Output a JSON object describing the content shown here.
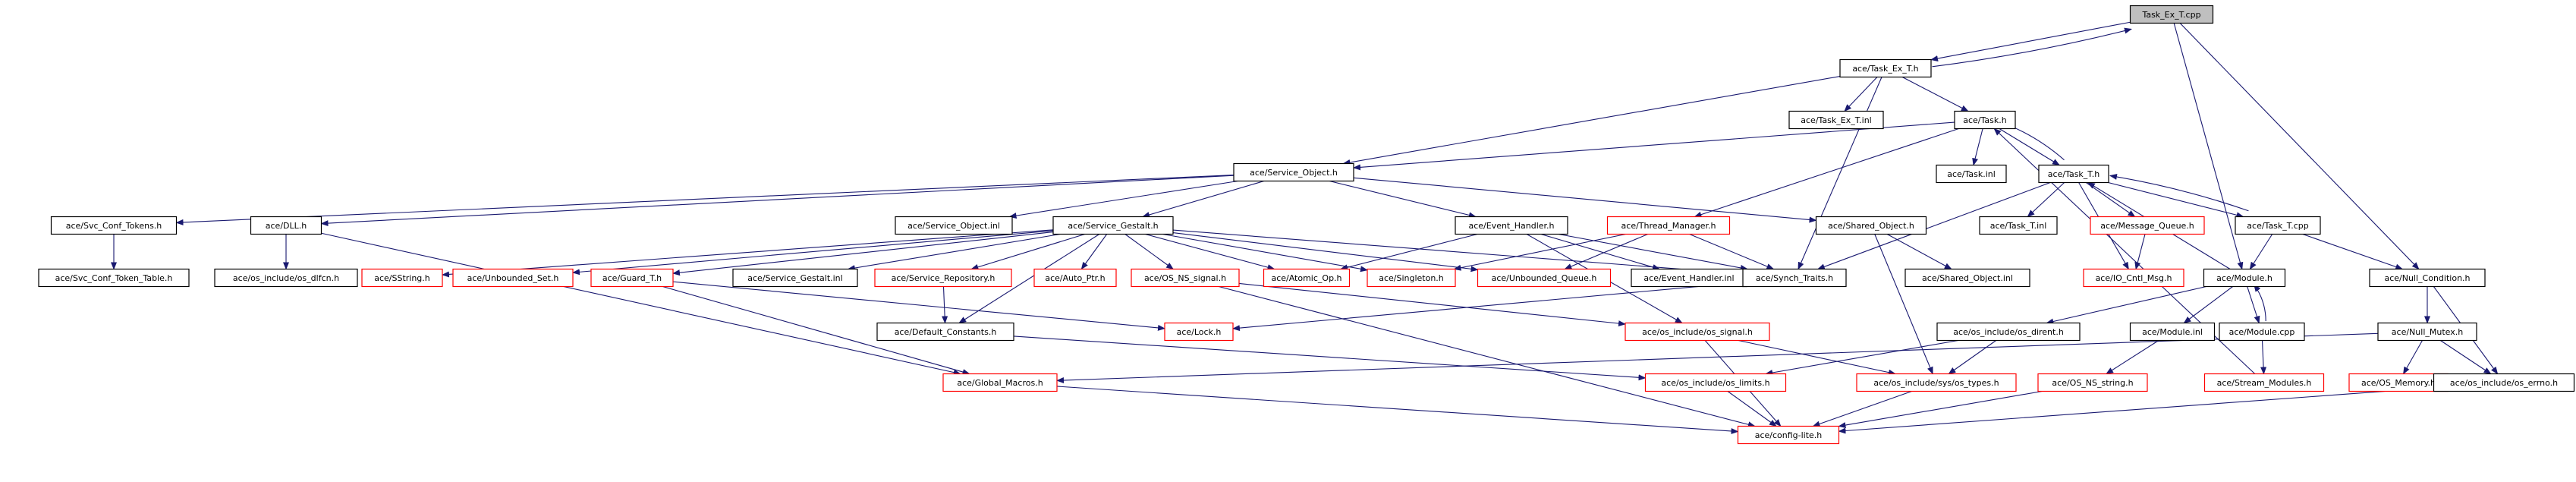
{
  "diagram": {
    "colors": {
      "edge": "#191970",
      "node_border": "#000000",
      "missing_border": "#ff0000",
      "root_fill": "#bfbfbf",
      "background": "#ffffff"
    },
    "nodes": [
      {
        "id": "task_ex_t_cpp",
        "label": "Task_Ex_T.cpp",
        "style": "root"
      },
      {
        "id": "task_ex_t_h",
        "label": "ace/Task_Ex_T.h",
        "style": "normal"
      },
      {
        "id": "task_ex_t_inl",
        "label": "ace/Task_Ex_T.inl",
        "style": "normal"
      },
      {
        "id": "task_h",
        "label": "ace/Task.h",
        "style": "normal"
      },
      {
        "id": "service_object_h",
        "label": "ace/Service_Object.h",
        "style": "normal"
      },
      {
        "id": "task_inl",
        "label": "ace/Task.inl",
        "style": "normal"
      },
      {
        "id": "task_t_h",
        "label": "ace/Task_T.h",
        "style": "normal"
      },
      {
        "id": "svc_conf_tokens_h",
        "label": "ace/Svc_Conf_Tokens.h",
        "style": "normal"
      },
      {
        "id": "dll_h",
        "label": "ace/DLL.h",
        "style": "normal"
      },
      {
        "id": "service_object_inl",
        "label": "ace/Service_Object.inl",
        "style": "normal"
      },
      {
        "id": "service_gestalt_h",
        "label": "ace/Service_Gestalt.h",
        "style": "normal"
      },
      {
        "id": "event_handler_h",
        "label": "ace/Event_Handler.h",
        "style": "normal"
      },
      {
        "id": "thread_manager_h",
        "label": "ace/Thread_Manager.h",
        "style": "missing"
      },
      {
        "id": "shared_object_h",
        "label": "ace/Shared_Object.h",
        "style": "normal"
      },
      {
        "id": "task_t_inl",
        "label": "ace/Task_T.inl",
        "style": "normal"
      },
      {
        "id": "message_queue_h",
        "label": "ace/Message_Queue.h",
        "style": "missing"
      },
      {
        "id": "task_t_cpp",
        "label": "ace/Task_T.cpp",
        "style": "normal"
      },
      {
        "id": "svc_conf_token_table_h",
        "label": "ace/Svc_Conf_Token_Table.h",
        "style": "normal"
      },
      {
        "id": "os_dlfcn_h",
        "label": "ace/os_include/os_dlfcn.h",
        "style": "normal"
      },
      {
        "id": "sstring_h",
        "label": "ace/SString.h",
        "style": "missing"
      },
      {
        "id": "unbounded_set_h",
        "label": "ace/Unbounded_Set.h",
        "style": "missing"
      },
      {
        "id": "guard_t_h",
        "label": "ace/Guard_T.h",
        "style": "missing"
      },
      {
        "id": "service_gestalt_inl",
        "label": "ace/Service_Gestalt.inl",
        "style": "normal"
      },
      {
        "id": "service_repository_h",
        "label": "ace/Service_Repository.h",
        "style": "missing"
      },
      {
        "id": "auto_ptr_h",
        "label": "ace/Auto_Ptr.h",
        "style": "missing"
      },
      {
        "id": "os_ns_signal_h",
        "label": "ace/OS_NS_signal.h",
        "style": "missing"
      },
      {
        "id": "atomic_op_h",
        "label": "ace/Atomic_Op.h",
        "style": "missing"
      },
      {
        "id": "singleton_h",
        "label": "ace/Singleton.h",
        "style": "missing"
      },
      {
        "id": "unbounded_queue_h",
        "label": "ace/Unbounded_Queue.h",
        "style": "missing"
      },
      {
        "id": "event_handler_inl",
        "label": "ace/Event_Handler.inl",
        "style": "normal"
      },
      {
        "id": "synch_traits_h",
        "label": "ace/Synch_Traits.h",
        "style": "normal"
      },
      {
        "id": "shared_object_inl",
        "label": "ace/Shared_Object.inl",
        "style": "normal"
      },
      {
        "id": "io_cntl_msg_h",
        "label": "ace/IO_Cntl_Msg.h",
        "style": "missing"
      },
      {
        "id": "module_h",
        "label": "ace/Module.h",
        "style": "normal"
      },
      {
        "id": "null_condition_h",
        "label": "ace/Null_Condition.h",
        "style": "normal"
      },
      {
        "id": "default_constants_h",
        "label": "ace/Default_Constants.h",
        "style": "normal"
      },
      {
        "id": "lock_h",
        "label": "ace/Lock.h",
        "style": "missing"
      },
      {
        "id": "os_signal_h",
        "label": "ace/os_include/os_signal.h",
        "style": "missing"
      },
      {
        "id": "os_dirent_h",
        "label": "ace/os_include/os_dirent.h",
        "style": "normal"
      },
      {
        "id": "module_inl",
        "label": "ace/Module.inl",
        "style": "normal"
      },
      {
        "id": "module_cpp",
        "label": "ace/Module.cpp",
        "style": "normal"
      },
      {
        "id": "null_mutex_h",
        "label": "ace/Null_Mutex.h",
        "style": "normal"
      },
      {
        "id": "global_macros_h",
        "label": "ace/Global_Macros.h",
        "style": "missing"
      },
      {
        "id": "os_limits_h",
        "label": "ace/os_include/os_limits.h",
        "style": "missing"
      },
      {
        "id": "os_types_h",
        "label": "ace/os_include/sys/os_types.h",
        "style": "missing"
      },
      {
        "id": "os_ns_string_h",
        "label": "ace/OS_NS_string.h",
        "style": "missing"
      },
      {
        "id": "stream_modules_h",
        "label": "ace/Stream_Modules.h",
        "style": "missing"
      },
      {
        "id": "os_memory_h",
        "label": "ace/OS_Memory.h",
        "style": "missing"
      },
      {
        "id": "os_errno_h",
        "label": "ace/os_include/os_errno.h",
        "style": "normal"
      },
      {
        "id": "config_lite_h",
        "label": "ace/config-lite.h",
        "style": "missing"
      }
    ],
    "edges": [
      [
        "task_ex_t_cpp",
        "task_ex_t_h"
      ],
      [
        "task_ex_t_cpp",
        "module_h"
      ],
      [
        "task_ex_t_cpp",
        "null_condition_h"
      ],
      [
        "task_ex_t_h",
        "task_ex_t_cpp"
      ],
      [
        "task_ex_t_h",
        "task_ex_t_inl"
      ],
      [
        "task_ex_t_h",
        "task_h"
      ],
      [
        "task_ex_t_h",
        "service_object_h"
      ],
      [
        "task_ex_t_h",
        "synch_traits_h"
      ],
      [
        "task_h",
        "service_object_h"
      ],
      [
        "task_h",
        "task_inl"
      ],
      [
        "task_h",
        "task_t_h"
      ],
      [
        "task_h",
        "thread_manager_h"
      ],
      [
        "task_t_h",
        "task_h"
      ],
      [
        "task_t_h",
        "task_t_inl"
      ],
      [
        "task_t_h",
        "message_queue_h"
      ],
      [
        "task_t_h",
        "task_t_cpp"
      ],
      [
        "task_t_h",
        "synch_traits_h"
      ],
      [
        "task_t_h",
        "io_cntl_msg_h"
      ],
      [
        "task_t_cpp",
        "task_t_h"
      ],
      [
        "task_t_cpp",
        "module_h"
      ],
      [
        "task_t_cpp",
        "null_condition_h"
      ],
      [
        "service_object_h",
        "svc_conf_tokens_h"
      ],
      [
        "service_object_h",
        "dll_h"
      ],
      [
        "service_object_h",
        "service_object_inl"
      ],
      [
        "service_object_h",
        "service_gestalt_h"
      ],
      [
        "service_object_h",
        "event_handler_h"
      ],
      [
        "service_object_h",
        "shared_object_h"
      ],
      [
        "svc_conf_tokens_h",
        "svc_conf_token_table_h"
      ],
      [
        "dll_h",
        "os_dlfcn_h"
      ],
      [
        "dll_h",
        "global_macros_h"
      ],
      [
        "service_gestalt_h",
        "sstring_h"
      ],
      [
        "service_gestalt_h",
        "unbounded_set_h"
      ],
      [
        "service_gestalt_h",
        "guard_t_h"
      ],
      [
        "service_gestalt_h",
        "service_gestalt_inl"
      ],
      [
        "service_gestalt_h",
        "service_repository_h"
      ],
      [
        "service_gestalt_h",
        "auto_ptr_h"
      ],
      [
        "service_gestalt_h",
        "os_ns_signal_h"
      ],
      [
        "service_gestalt_h",
        "atomic_op_h"
      ],
      [
        "service_gestalt_h",
        "singleton_h"
      ],
      [
        "service_gestalt_h",
        "unbounded_queue_h"
      ],
      [
        "service_gestalt_h",
        "synch_traits_h"
      ],
      [
        "service_gestalt_h",
        "default_constants_h"
      ],
      [
        "service_repository_h",
        "default_constants_h"
      ],
      [
        "guard_t_h",
        "lock_h"
      ],
      [
        "guard_t_h",
        "global_macros_h"
      ],
      [
        "os_ns_signal_h",
        "os_signal_h"
      ],
      [
        "os_ns_signal_h",
        "config_lite_h"
      ],
      [
        "event_handler_h",
        "atomic_op_h"
      ],
      [
        "event_handler_h",
        "event_handler_inl"
      ],
      [
        "event_handler_h",
        "synch_traits_h"
      ],
      [
        "event_handler_h",
        "os_signal_h"
      ],
      [
        "thread_manager_h",
        "singleton_h"
      ],
      [
        "thread_manager_h",
        "unbounded_queue_h"
      ],
      [
        "thread_manager_h",
        "synch_traits_h"
      ],
      [
        "shared_object_h",
        "shared_object_inl"
      ],
      [
        "shared_object_h",
        "os_types_h"
      ],
      [
        "message_queue_h",
        "io_cntl_msg_h"
      ],
      [
        "synch_traits_h",
        "lock_h"
      ],
      [
        "module_h",
        "task_t_h"
      ],
      [
        "module_h",
        "os_dirent_h"
      ],
      [
        "module_h",
        "module_inl"
      ],
      [
        "module_h",
        "module_cpp"
      ],
      [
        "module_cpp",
        "module_h"
      ],
      [
        "module_cpp",
        "stream_modules_h"
      ],
      [
        "stream_modules_h",
        "task_h"
      ],
      [
        "module_inl",
        "os_ns_string_h"
      ],
      [
        "os_dirent_h",
        "os_limits_h"
      ],
      [
        "os_dirent_h",
        "os_types_h"
      ],
      [
        "null_condition_h",
        "null_mutex_h"
      ],
      [
        "null_condition_h",
        "os_errno_h"
      ],
      [
        "null_mutex_h",
        "global_macros_h"
      ],
      [
        "null_mutex_h",
        "os_memory_h"
      ],
      [
        "null_mutex_h",
        "os_errno_h"
      ],
      [
        "default_constants_h",
        "os_limits_h"
      ],
      [
        "os_signal_h",
        "os_types_h"
      ],
      [
        "os_signal_h",
        "config_lite_h"
      ],
      [
        "global_macros_h",
        "config_lite_h"
      ],
      [
        "os_limits_h",
        "config_lite_h"
      ],
      [
        "os_types_h",
        "config_lite_h"
      ],
      [
        "os_ns_string_h",
        "config_lite_h"
      ],
      [
        "os_errno_h",
        "config_lite_h"
      ]
    ]
  }
}
